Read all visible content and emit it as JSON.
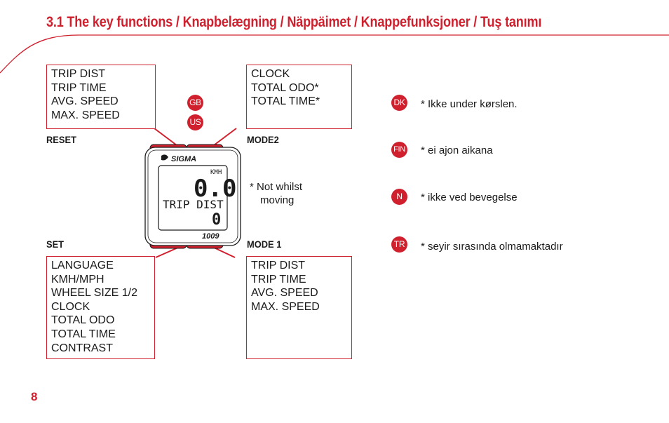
{
  "header": {
    "title": "3.1 The key functions / Knapbelægning / Näppäimet / Knappefunksjoner / Tuş tanımı",
    "accent": "#d0202e"
  },
  "boxes": {
    "reset": [
      "TRIP DIST",
      "TRIP TIME",
      "AVG. SPEED",
      "MAX. SPEED"
    ],
    "mode2": [
      "CLOCK",
      "TOTAL ODO*",
      "TOTAL TIME*"
    ],
    "set": [
      "LANGUAGE",
      "KMH/MPH",
      "WHEEL SIZE 1/2",
      "CLOCK",
      "TOTAL ODO",
      "TOTAL TIME",
      "CONTRAST"
    ],
    "mode1": [
      "TRIP DIST",
      "TRIP TIME",
      "AVG. SPEED",
      "MAX. SPEED"
    ]
  },
  "keys": {
    "reset": "RESET",
    "mode2": "MODE2",
    "set": "SET",
    "mode1": "MODE 1"
  },
  "device": {
    "brand": "SIGMA",
    "unit": "KMH",
    "main_value": "0.0",
    "label": "TRIP DIST",
    "secondary_value": "0",
    "model": "1009"
  },
  "gb_note": {
    "line1": "* Not whilst",
    "line2": "moving"
  },
  "badges": {
    "gb": "GB",
    "us": "US",
    "dk": "DK",
    "fin": "FIN",
    "n": "N",
    "tr": "TR"
  },
  "notes": {
    "dk": "* Ikke under kørslen.",
    "fin": "* ei ajon aikana",
    "n": "* ikke ved bevegelse",
    "tr": "* seyir sırasında olmamaktadır"
  },
  "page_number": "8"
}
